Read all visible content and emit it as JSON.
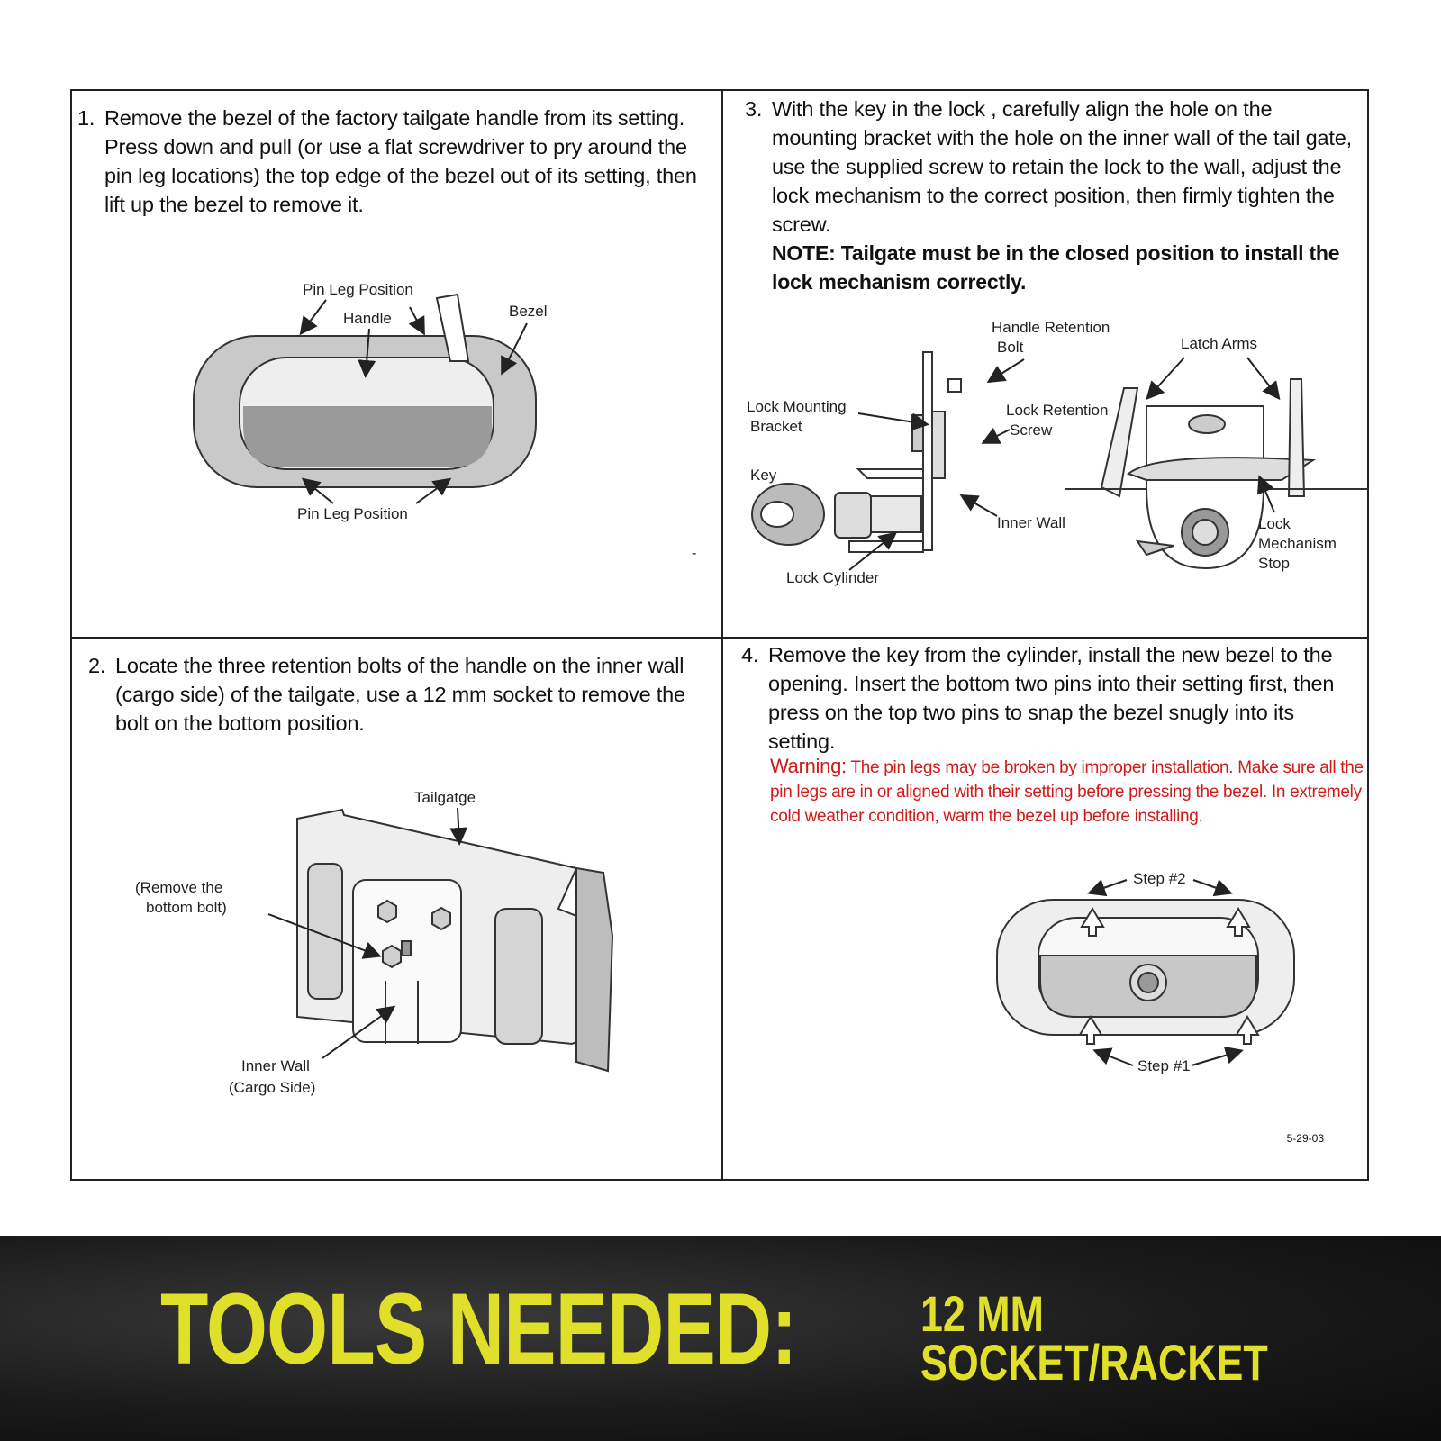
{
  "steps": {
    "s1": {
      "num": "1.",
      "text": "Remove the bezel of the factory tailgate handle from its setting. Press down and pull (or use a flat screwdriver to pry around the pin leg locations) the top edge of the bezel out of its setting, then lift up the bezel to remove it."
    },
    "s2": {
      "num": "2.",
      "text": "Locate the three retention bolts of the handle on the inner wall (cargo side) of the tailgate, use a 12 mm socket to remove the bolt on the bottom position."
    },
    "s3": {
      "num": "3.",
      "text": "With the key in the lock , carefully align the hole on the mounting bracket with the hole on the inner wall of the tail gate, use the supplied screw to retain the lock to the wall, adjust the lock mechanism to the correct position, then firmly tighten the screw.",
      "note": "NOTE:  Tailgate must be in the closed position to install the lock mechanism correctly."
    },
    "s4": {
      "num": "4.",
      "text": "Remove the key from the cylinder, install the new bezel to the opening. Insert the bottom two pins into their setting first, then press on the top two pins to snap the bezel snugly into its setting.",
      "warning_label": "Warning:",
      "warning_text": " The pin legs may be broken by improper installation. Make sure all the pin legs are in or aligned with their setting before pressing the bezel. In extremely cold weather condition, warm the bezel up before installing."
    }
  },
  "labels": {
    "pin_leg_top": "Pin Leg Position",
    "handle": "Handle",
    "bezel": "Bezel",
    "pin_leg_bottom": "Pin Leg Position",
    "tailgate": "Tailgatge",
    "remove_bolt_1": "(Remove the",
    "remove_bolt_2": "bottom bolt)",
    "inner_wall_1": "Inner Wall",
    "inner_wall_2": "(Cargo Side)",
    "handle_retention_1": "Handle Retention",
    "handle_retention_2": "Bolt",
    "latch_arms": "Latch Arms",
    "lock_mounting_1": "Lock Mounting",
    "lock_mounting_2": "Bracket",
    "lock_retention_1": "Lock Retention",
    "lock_retention_2": "Screw",
    "key": "Key",
    "inner_wall": "Inner Wall",
    "lock_cylinder": "Lock Cylinder",
    "lock_stop_1": "Lock",
    "lock_stop_2": "Mechanism",
    "lock_stop_3": "Stop",
    "step2": "Step #2",
    "step1": "Step #1",
    "dash": "-"
  },
  "date": "5-29-03",
  "banner": {
    "tools_needed": "TOOLS NEEDED:",
    "line1": "12 MM",
    "line2": "SOCKET/RACKET",
    "accent_color": "#e0e02a"
  }
}
